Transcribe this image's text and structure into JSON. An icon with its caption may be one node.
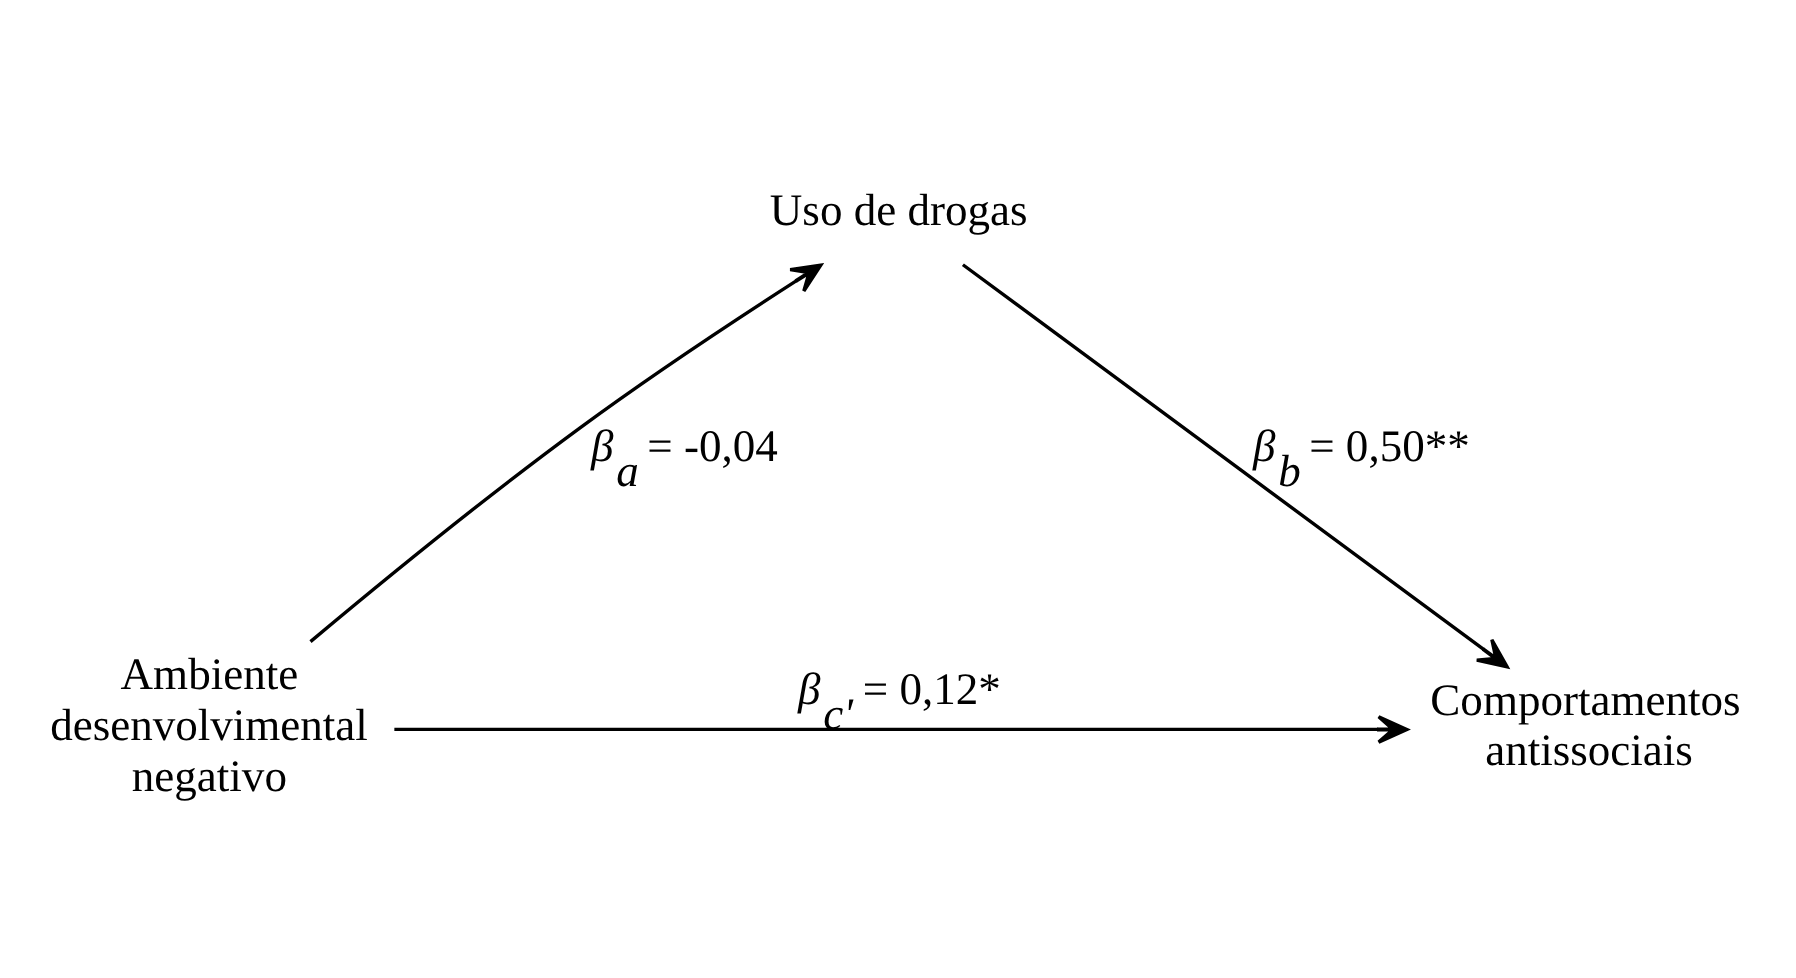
{
  "diagram": {
    "nodes": [
      {
        "text": [
          "Uso de drogas"
        ]
      },
      {
        "text": [
          "Ambiente desenvolvimental negativo"
        ]
      },
      {
        "text": [
          "Comportamentos antissociais"
        ]
      }
    ],
    "edges": [
      {
        "from": 1,
        "to": 0,
        "arrow": "to",
        "label": "*β*$_{a}$ = -0,04"
      },
      {
        "from": 0,
        "to": 2,
        "arrow": "to",
        "label": "*β*$_{b}$ = 0,50**"
      },
      {
        "from": 1,
        "to": 2,
        "arrow": "to",
        "label": "*β*$_{c'}$ = 0,12*"
      }
    ]
  }
}
